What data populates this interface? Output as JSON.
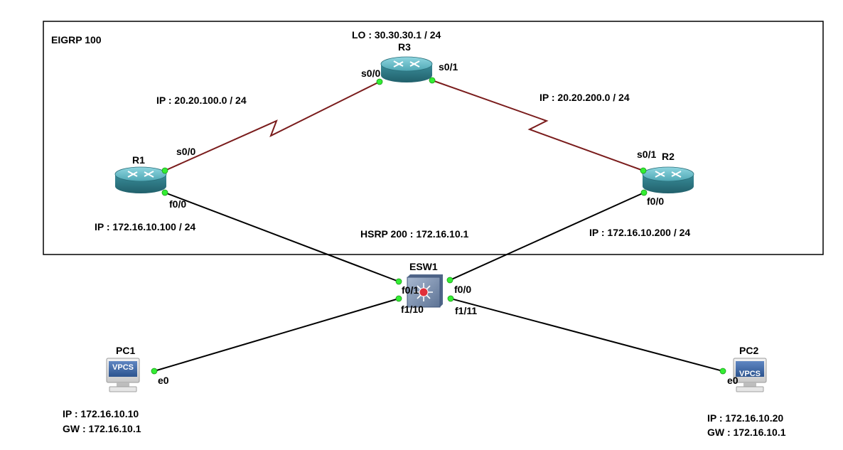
{
  "area_label": "EIGRP 100",
  "hsrp_label": "HSRP 200 : 172.16.10.1",
  "routers": {
    "r3": {
      "name": "R3",
      "loopback": "LO : 30.30.30.1 / 24"
    },
    "r1": {
      "name": "R1",
      "ip": "IP : 172.16.10.100 / 24"
    },
    "r2": {
      "name": "R2",
      "ip": "IP : 172.16.10.200 / 24"
    }
  },
  "switch": {
    "name": "ESW1"
  },
  "pcs": {
    "pc1": {
      "name": "PC1",
      "badge": "VPCS",
      "ip": "IP : 172.16.10.10",
      "gw": "GW : 172.16.10.1"
    },
    "pc2": {
      "name": "PC2",
      "badge": "VPCS",
      "ip": "IP : 172.16.10.20",
      "gw": "GW : 172.16.10.1"
    }
  },
  "links": {
    "r1_r3": {
      "network": "IP : 20.20.100.0 / 24",
      "a_if": "s0/0",
      "b_if": "s0/0"
    },
    "r3_r2": {
      "network": "IP : 20.20.200.0 / 24",
      "a_if": "s0/1",
      "b_if": "s0/1"
    },
    "r1_sw": {
      "a_if": "f0/0",
      "b_if": "f0/1"
    },
    "r2_sw": {
      "a_if": "f0/0",
      "b_if": "f0/0"
    },
    "pc1_sw": {
      "a_if": "e0",
      "b_if": "f1/10"
    },
    "pc2_sw": {
      "a_if": "e0",
      "b_if": "f1/11"
    }
  },
  "colors": {
    "serial_link": "#7a1c1c",
    "ethernet_link": "#000000",
    "port_dot": "#33ee33",
    "router_body": "#3e8f9c",
    "router_top": "#6fc3cf",
    "switch_body": "#7d93b3",
    "switch_center": "#e0303a"
  }
}
